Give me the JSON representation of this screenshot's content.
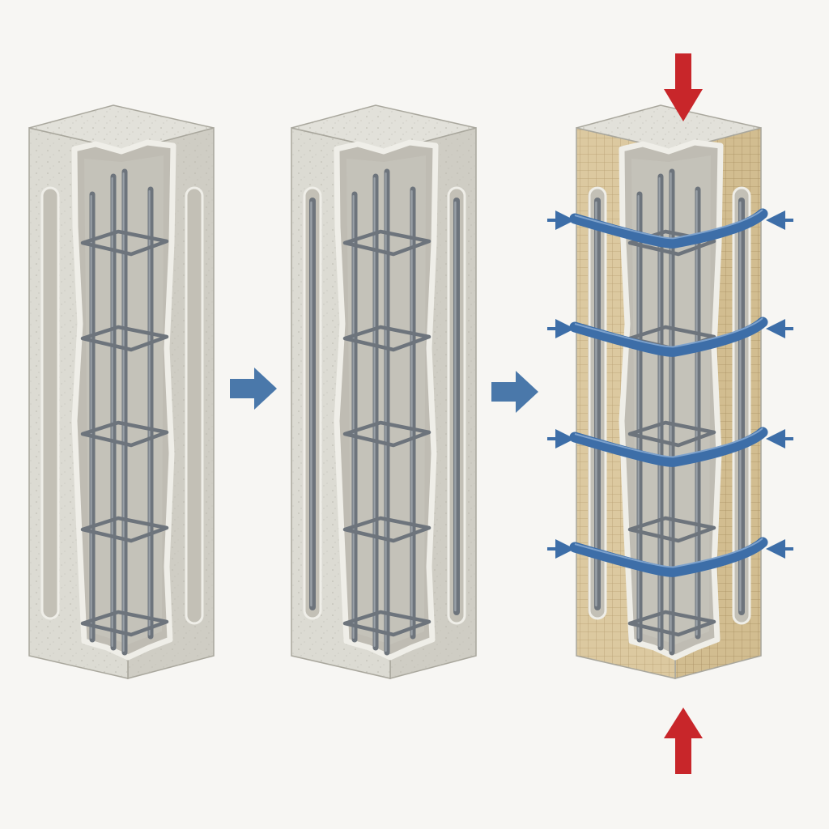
{
  "diagram": {
    "stages": [
      {
        "id": "original-column",
        "features": [
          "concrete-column",
          "reinforcement-cage",
          "empty-grooves"
        ]
      },
      {
        "id": "bar-inserted-column",
        "features": [
          "concrete-column",
          "reinforcement-cage",
          "near-surface-mounted-bars"
        ]
      },
      {
        "id": "jacketed-column",
        "features": [
          "concrete-column",
          "reinforcement-cage",
          "near-surface-mounted-bars",
          "grid-jacket",
          "confining-bands",
          "axial-load"
        ]
      }
    ],
    "flow_arrows": 2,
    "confining_bands": 4,
    "colors": {
      "background": "#f7f6f3",
      "concrete_front": "#dcdbd3",
      "concrete_side": "#cfcdc4",
      "concrete_top": "#e2e1da",
      "cavity": "#bfbcb3",
      "rebar": "#6d747c",
      "rebar_light": "#9aa1a8",
      "jacket": "#dcc9a0",
      "jacket_grid": "#b79f72",
      "band": "#3d6ea8",
      "flow_arrow": "#4a78aa",
      "load_arrow": "#c8262a"
    }
  }
}
